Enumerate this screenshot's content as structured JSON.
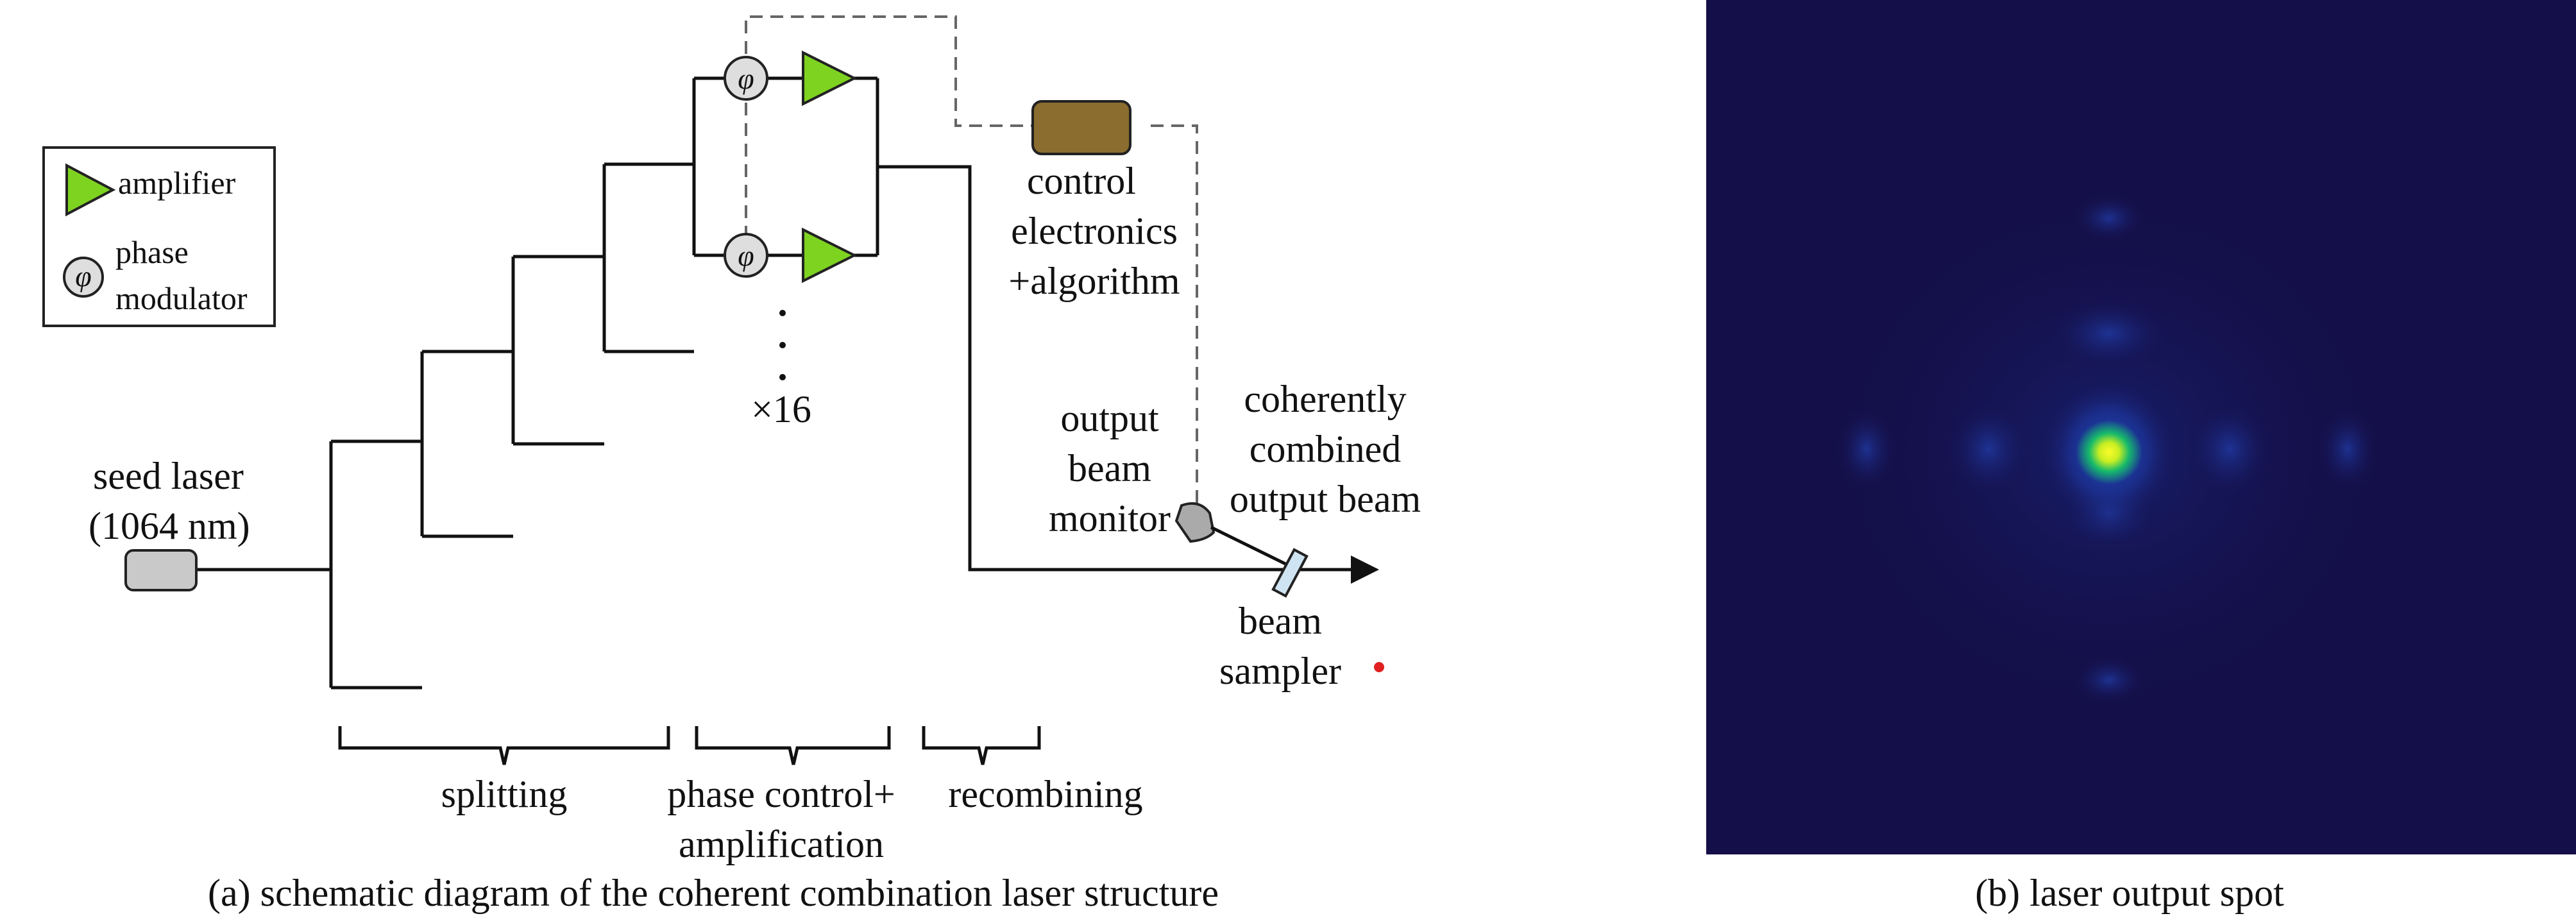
{
  "diagram": {
    "legend": {
      "amplifier_label": "amplifier",
      "phase_label_line1": "phase",
      "phase_label_line2": "modulator",
      "phase_symbol": "φ"
    },
    "seed_laser": {
      "line1": "seed laser",
      "line2": "(1064 nm)"
    },
    "control": {
      "line1": "control",
      "line2": "electronics",
      "line3": "+algorithm"
    },
    "array_count": "×16",
    "output_beam_monitor": {
      "line1": "output",
      "line2": "beam",
      "line3": "monitor"
    },
    "combined_beam": {
      "line1": "coherently",
      "line2": "combined",
      "line3": "output beam"
    },
    "beam_sampler": {
      "line1": "beam",
      "line2": "sampler"
    },
    "stages": {
      "splitting": "splitting",
      "phase_control_line1": "phase control+",
      "phase_control_line2": "amplification",
      "recombining": "recombining"
    },
    "caption": "(a) schematic diagram of the coherent combination laser structure",
    "colors": {
      "amplifier": "#7ed321",
      "control_box": "#8a6d2f",
      "seed_box": "#c9c9c9",
      "sampler": "#cfe4f2",
      "marker_dot": "#e02020"
    }
  },
  "spot": {
    "caption": "(b) laser output spot",
    "colors": {
      "background": "#140f48",
      "core": "#f2f20a",
      "halo": "#16b96a",
      "sidelobe": "#1e3aa6"
    }
  }
}
